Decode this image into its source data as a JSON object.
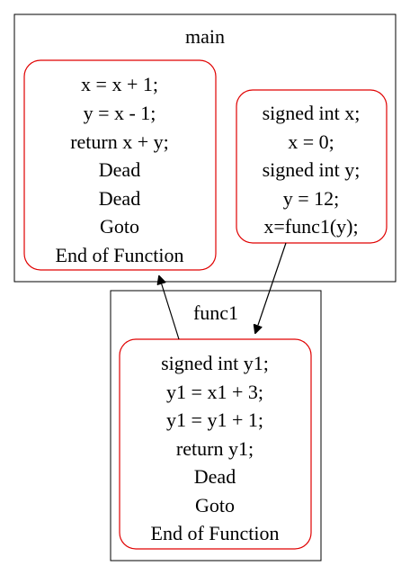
{
  "clusters": {
    "main": {
      "label": "main"
    },
    "func1": {
      "label": "func1"
    }
  },
  "nodes": {
    "main_body": {
      "lines": [
        "x = x + 1;",
        "y = x - 1;",
        "return x + y;",
        "Dead",
        "Dead",
        "Goto",
        "End of Function"
      ]
    },
    "main_decl": {
      "lines": [
        "signed int x;",
        "x = 0;",
        "signed int y;",
        "y = 12;",
        "x=func1(y);"
      ]
    },
    "func1_body": {
      "lines": [
        "signed int y1;",
        "y1 = x1 + 3;",
        "y1 = y1 + 1;",
        "return y1;",
        "Dead",
        "Goto",
        "End of Function"
      ]
    }
  },
  "colors": {
    "node_border": "#e00000",
    "cluster_border": "#000000",
    "edge": "#000000"
  }
}
